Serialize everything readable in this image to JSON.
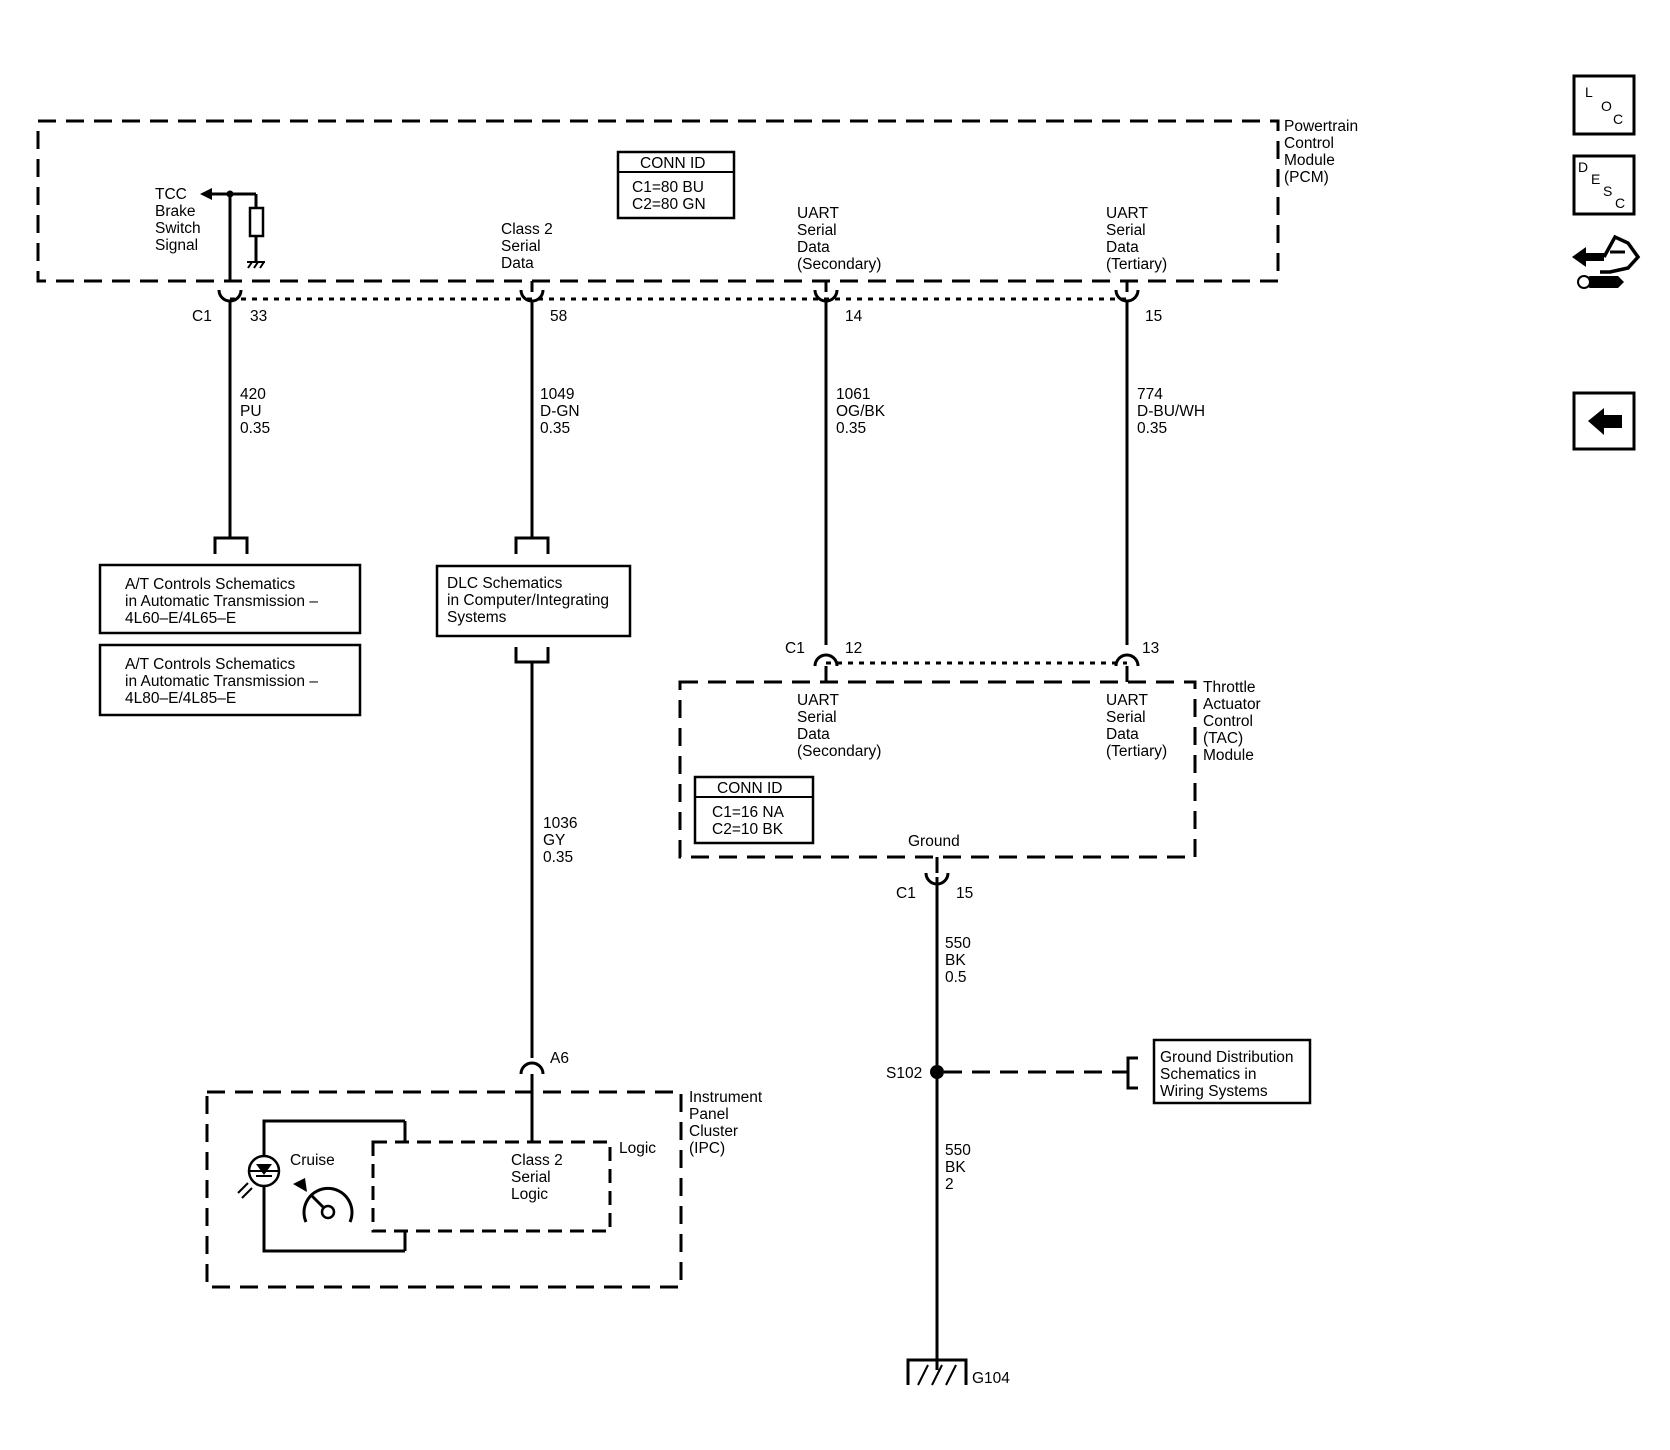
{
  "pcm": {
    "name": [
      "Powertrain",
      "Control",
      "Module",
      "(PCM)"
    ],
    "conn_id": {
      "title": "CONN ID",
      "lines": [
        "C1=80 BU",
        "C2=80 GN"
      ]
    },
    "tcc_label": [
      "TCC",
      "Brake",
      "Switch",
      "Signal"
    ],
    "class2_label": [
      "Class 2",
      "Serial",
      "Data"
    ],
    "uart_secondary_label": [
      "UART",
      "Serial",
      "Data",
      "(Secondary)"
    ],
    "uart_tertiary_label": [
      "UART",
      "Serial",
      "Data",
      "(Tertiary)"
    ],
    "connector": "C1",
    "pins": [
      "33",
      "58",
      "14",
      "15"
    ]
  },
  "wires": {
    "w420": [
      "420",
      "PU",
      "0.35"
    ],
    "w1049": [
      "1049",
      "D-GN",
      "0.35"
    ],
    "w1061": [
      "1061",
      "OG/BK",
      "0.35"
    ],
    "w774": [
      "774",
      "D-BU/WH",
      "0.35"
    ],
    "w1036": [
      "1036",
      "GY",
      "0.35"
    ],
    "w550a": [
      "550",
      "BK",
      "0.5"
    ],
    "w550b": [
      "550",
      "BK",
      "2"
    ]
  },
  "refs": {
    "at1": [
      "A/T Controls Schematics",
      "in Automatic Transmission –",
      "4L60–E/4L65–E"
    ],
    "at2": [
      "A/T Controls Schematics",
      "in Automatic Transmission –",
      "4L80–E/4L85–E"
    ],
    "dlc": [
      "DLC Schematics",
      "in Computer/Integrating",
      "Systems"
    ],
    "ground": [
      "Ground Distribution",
      "Schematics in",
      "Wiring Systems"
    ]
  },
  "tac": {
    "name": [
      "Throttle",
      "Actuator",
      "Control",
      "(TAC)",
      "Module"
    ],
    "connector": "C1",
    "pins": [
      "12",
      "13"
    ],
    "uart_secondary_label": [
      "UART",
      "Serial",
      "Data",
      "(Secondary)"
    ],
    "uart_tertiary_label": [
      "UART",
      "Serial",
      "Data",
      "(Tertiary)"
    ],
    "conn_id": {
      "title": "CONN ID",
      "lines": [
        "C1=16 NA",
        "C2=10 BK"
      ]
    },
    "ground_label": "Ground",
    "ground_connector": "C1",
    "ground_pin": "15"
  },
  "ipc": {
    "name": [
      "Instrument",
      "Panel",
      "Cluster",
      "(IPC)"
    ],
    "pin": "A6",
    "logic_label": "Logic",
    "class2_label": [
      "Class 2",
      "Serial",
      "Logic"
    ],
    "cruise_label": "Cruise"
  },
  "splice": "S102",
  "ground_point": "G104",
  "nav": {
    "loc": [
      "L",
      "O",
      "C"
    ],
    "desc": [
      "D",
      "E",
      "S",
      "C"
    ]
  }
}
